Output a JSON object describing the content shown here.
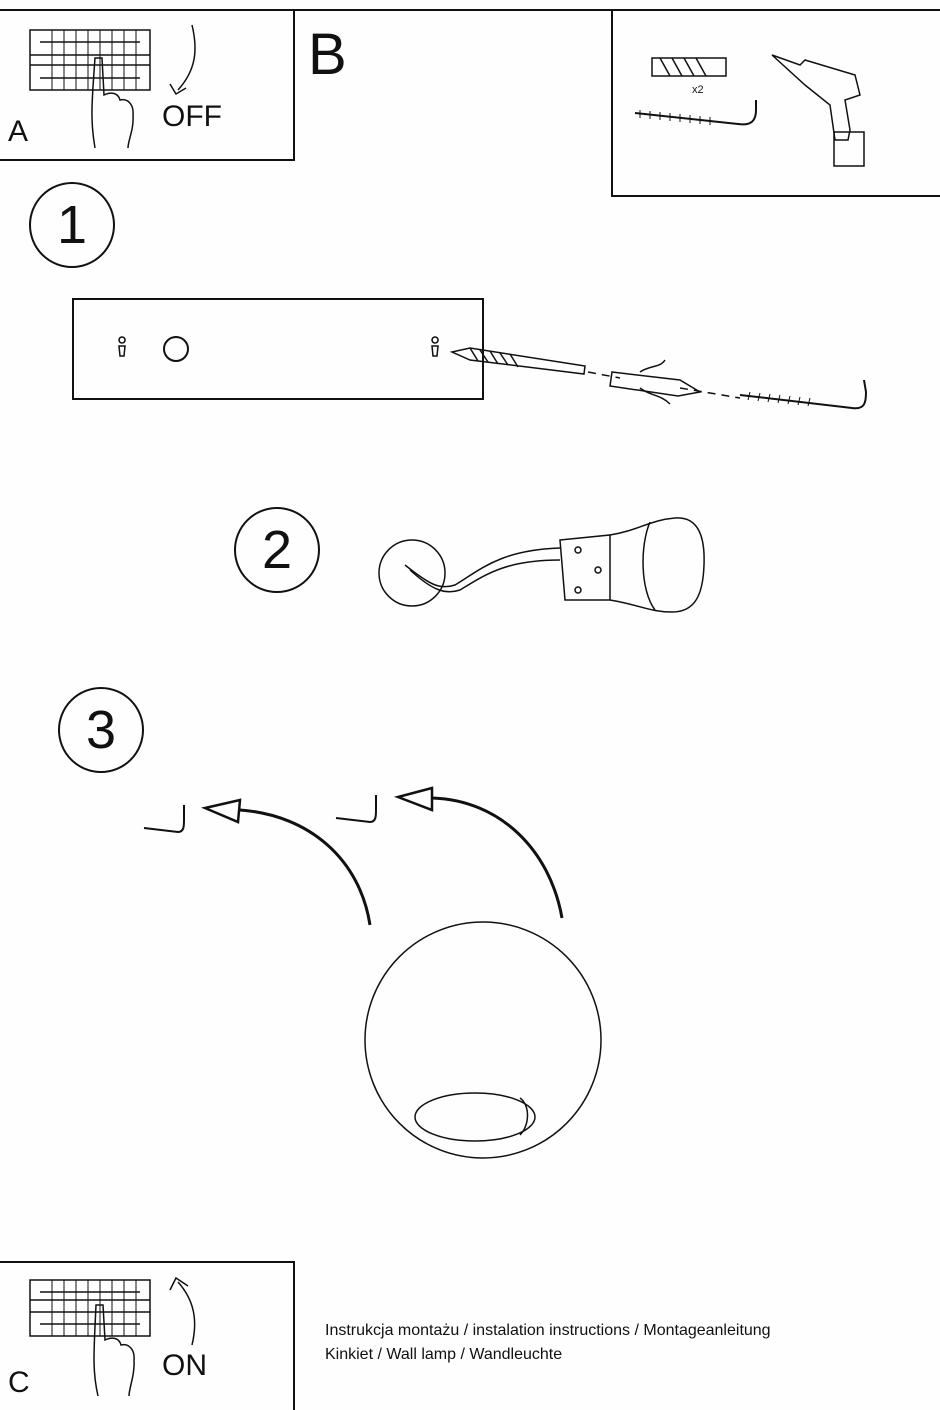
{
  "header": {
    "panel_a": {
      "letter": "A",
      "action": "OFF"
    },
    "panel_b": {
      "letter": "B",
      "quantity": "x2"
    }
  },
  "steps": [
    {
      "number": "1"
    },
    {
      "number": "2"
    },
    {
      "number": "3"
    }
  ],
  "footer": {
    "panel_c": {
      "letter": "C",
      "action": "ON"
    },
    "line1": "Instrukcja montażu / instalation instructions / Montageanleitung",
    "line2": "Kinkiet / Wall lamp / Wandleuchte"
  },
  "colors": {
    "ink": "#111111",
    "paper": "#fefefe"
  }
}
